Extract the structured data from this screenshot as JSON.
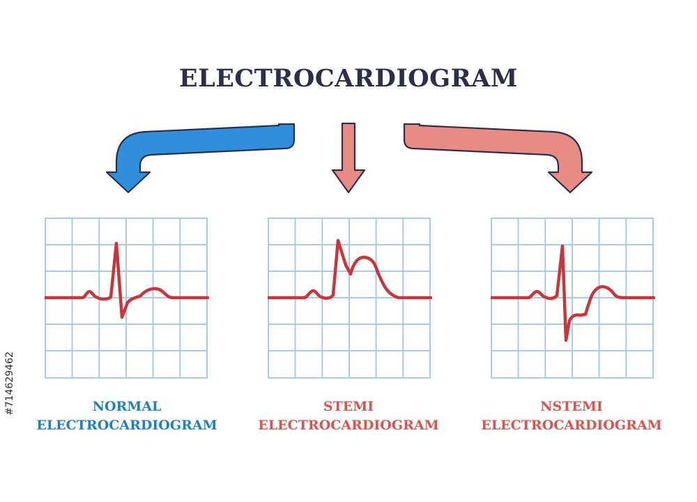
{
  "title": "ELECTROCARDIOGRAM",
  "side_id": "#714629462",
  "colors": {
    "title": "#2b2f4a",
    "normal": "#1f7fc6",
    "normal_arrow": "#2f8fdc",
    "abnormal": "#d9534f",
    "abnormal_arrow": "#e98b85",
    "trace": "#c8353b",
    "grid": "#a9cbe6",
    "outline": "#2b2f4a"
  },
  "panels": [
    {
      "id": "normal",
      "caption_line1": "NORMAL",
      "caption_line2": "ELECTROCARDIOGRAM",
      "caption_color": "#1f7fc6"
    },
    {
      "id": "stemi",
      "caption_line1": "STEMI",
      "caption_line2": "ELECTROCARDIOGRAM",
      "caption_color": "#d9534f"
    },
    {
      "id": "nstemi",
      "caption_line1": "NSTEMI",
      "caption_line2": "ELECTROCARDIOGRAM",
      "caption_color": "#d9534f"
    }
  ]
}
